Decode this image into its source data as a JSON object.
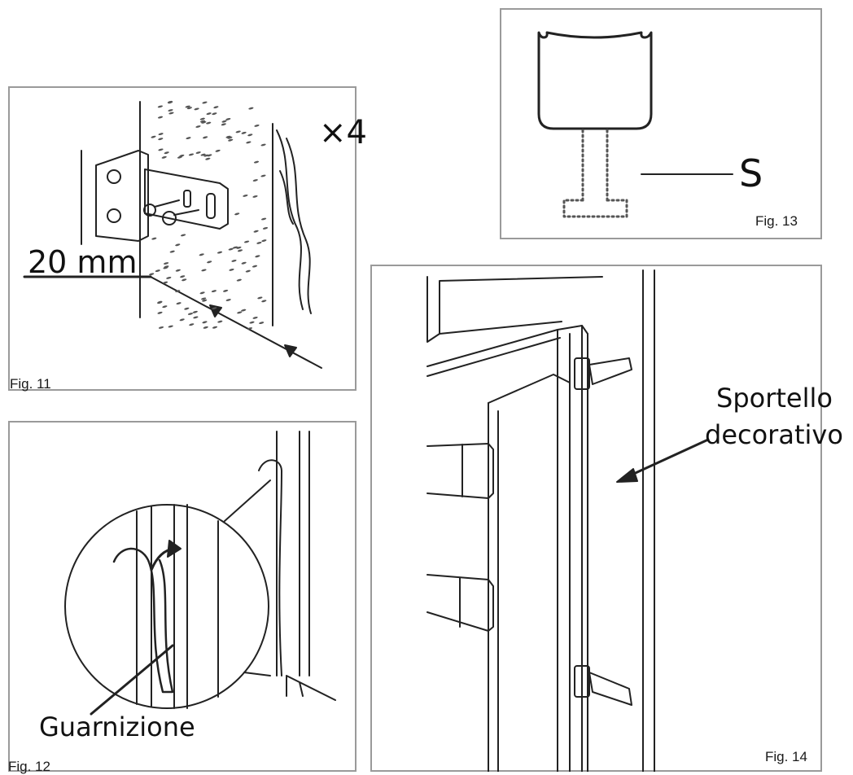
{
  "fig11": {
    "label": "Fig. 11",
    "measure": "20 mm",
    "count": "×4"
  },
  "fig12": {
    "label": "Fig. 12",
    "part": "Guarnizione"
  },
  "fig13": {
    "label": "Fig. 13",
    "marker": "S"
  },
  "fig14": {
    "label": "Fig. 14",
    "part_line1": "Sportello",
    "part_line2": "decorativo"
  },
  "colors": {
    "stroke": "#222222",
    "frame": "#9a9a9a",
    "dots": "#555555"
  }
}
